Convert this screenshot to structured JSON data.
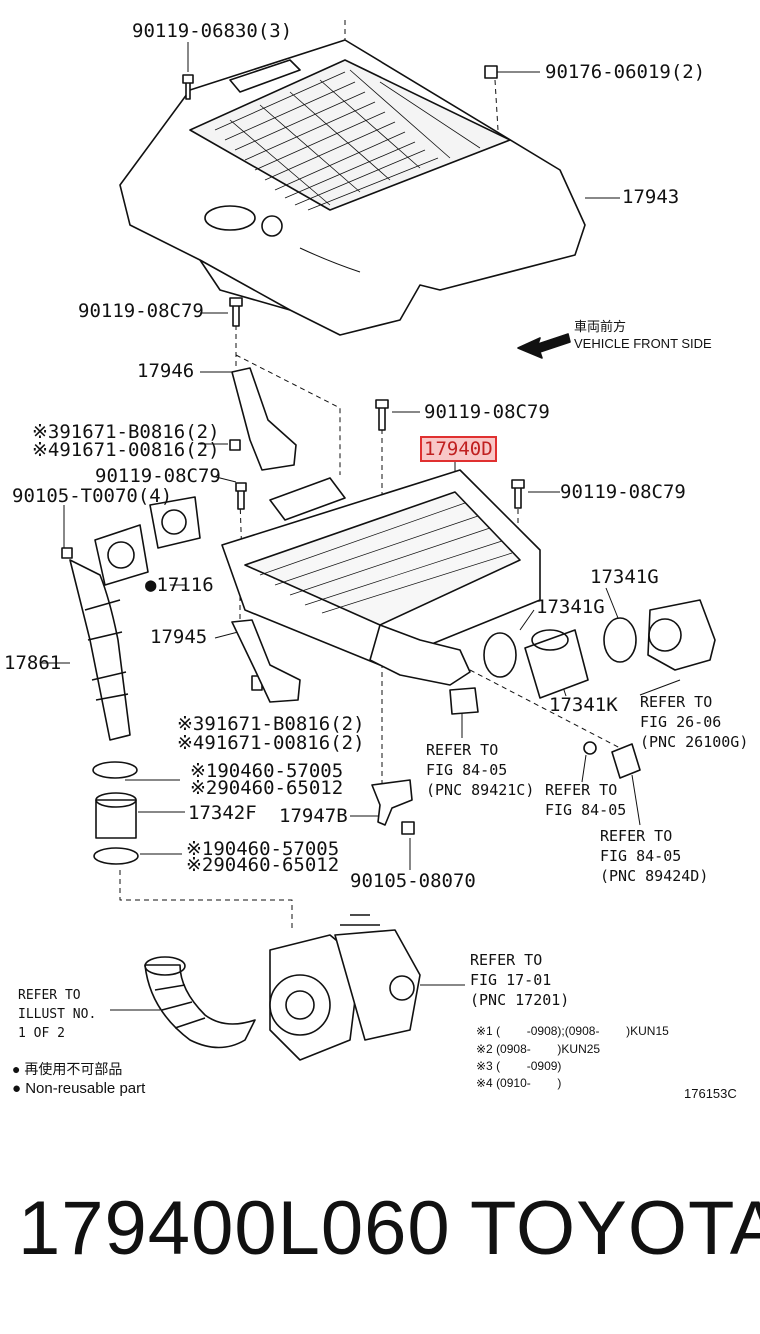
{
  "labels": {
    "bolt_top": "90119-06830(3)",
    "nut_top": "90176-06019(2)",
    "cover": "17943",
    "bolt_left_upper": "90119-08C79",
    "front_jp": "車両前方",
    "front_en": "VEHICLE FRONT SIDE",
    "bracket_upper": "17946",
    "bolt_center": "90119-08C79",
    "intercooler": "17940D",
    "bolt_bracket": "90119-08C79",
    "bolt_right": "90119-08C79",
    "washer_upper_1": "※391671-B0816(2)",
    "washer_upper_2": "※491671-00816(2)",
    "bolt_pipe": "90105-T0070(4)",
    "gasket": "●17116",
    "clamp_a": "17341G",
    "clamp_b": "17341G",
    "hose_k": "17341K",
    "pipe": "17861",
    "bracket_lower": "17945",
    "washer_lower_1": "※391671-B0816(2)",
    "washer_lower_2": "※491671-00816(2)",
    "clamp_1a": "※190460-57005",
    "clamp_1b": "※290460-65012",
    "hose_f": "17342F",
    "bracket_b": "17947B",
    "clamp_2a": "※190460-57005",
    "clamp_2b": "※290460-65012",
    "bolt_bottom": "90105-08070"
  },
  "refs": {
    "throttle": "REFER TO\nFIG 26-06\n(PNC 26100G)",
    "sensor_a": "REFER TO\nFIG 84-05\n(PNC 89421C)",
    "sensor_b": "REFER TO\nFIG 84-05",
    "sensor_c": "REFER TO\nFIG 84-05\n(PNC 89424D)",
    "turbo": "REFER TO\nFIG 17-01\n(PNC 17201)",
    "illust": "REFER TO\nILLUST NO.\n1 OF 2"
  },
  "notes": {
    "n1": "※1 (        -0908);(0908-        )KUN15",
    "n2": "※2 (0908-        )KUN25",
    "n3": "※3 (        -0909)",
    "n4": "※4 (0910-        )"
  },
  "legend": {
    "jp": "● 再使用不可部品",
    "en": "● Non-reusable part"
  },
  "figure_code": "176153C",
  "part_number": "179400L060",
  "brand": "TOYOTA",
  "colors": {
    "highlight_border": "#e03030",
    "highlight_fill": "#f8c8c8"
  }
}
